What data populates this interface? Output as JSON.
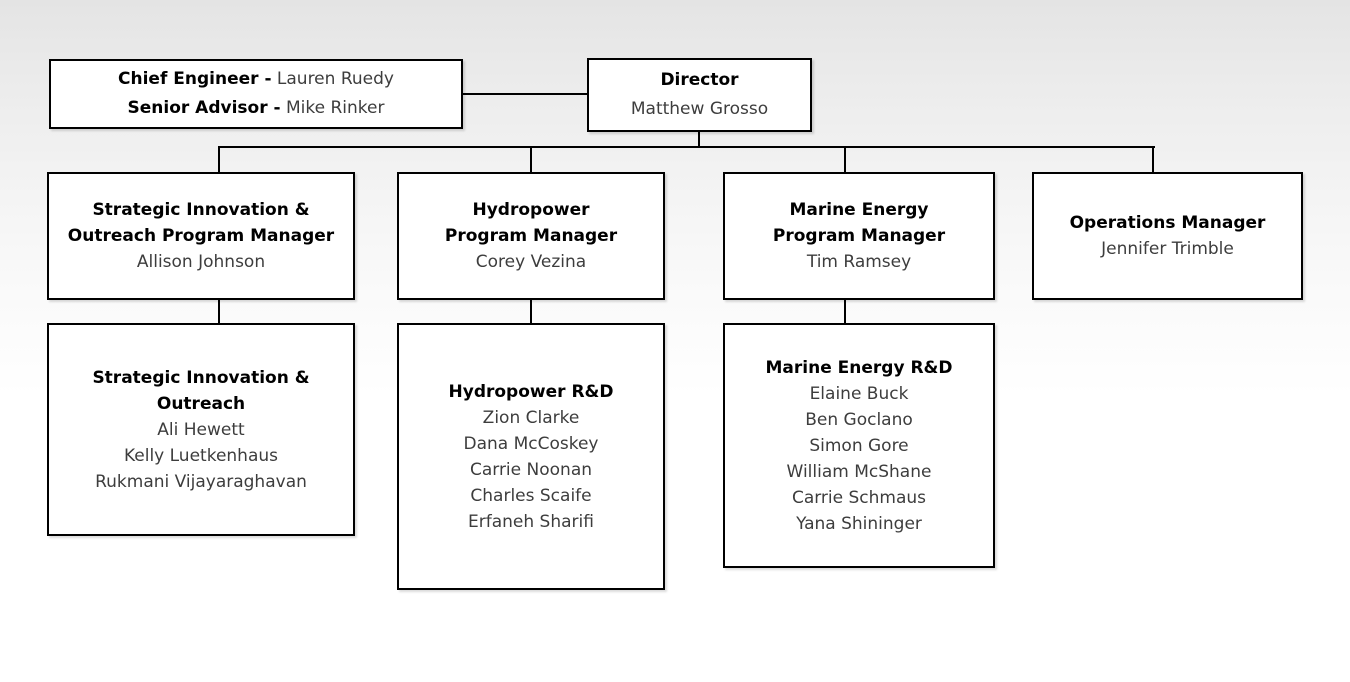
{
  "chart": {
    "advisors_box": {
      "line1_role": "Chief Engineer -",
      "line1_name": "Lauren Ruedy",
      "line2_role": "Senior Advisor -",
      "line2_name": "Mike Rinker"
    },
    "director_box": {
      "title": "Director",
      "name": "Matthew Grosso"
    },
    "managers": [
      {
        "title_line1": "Strategic Innovation &",
        "title_line2": "Outreach Program Manager",
        "name": "Allison Johnson"
      },
      {
        "title_line1": "Hydropower",
        "title_line2": "Program Manager",
        "name": "Corey Vezina"
      },
      {
        "title_line1": "Marine Energy",
        "title_line2": "Program Manager",
        "name": "Tim Ramsey"
      },
      {
        "title_line1": "Operations Manager",
        "name": "Jennifer Trimble"
      }
    ],
    "teams": [
      {
        "title_line1": "Strategic Innovation &",
        "title_line2": "Outreach",
        "members": [
          "Ali Hewett",
          "Kelly Luetkenhaus",
          "Rukmani Vijayaraghavan"
        ]
      },
      {
        "title_line1": "Hydropower R&D",
        "members": [
          "Zion Clarke",
          "Dana McCoskey",
          "Carrie Noonan",
          "Charles Scaife",
          "Erfaneh Sharifi"
        ]
      },
      {
        "title_line1": "Marine Energy R&D",
        "members": [
          "Elaine Buck",
          "Ben Goclano",
          "Simon Gore",
          "William McShane",
          "Carrie Schmaus",
          "Yana Shininger"
        ]
      }
    ],
    "colors": {
      "box_border": "#000000",
      "box_fill": "#ffffff",
      "title_text": "#000000",
      "name_text": "#3d3d3d",
      "background_top": "#e4e4e4",
      "background_bottom": "#ffffff"
    }
  }
}
